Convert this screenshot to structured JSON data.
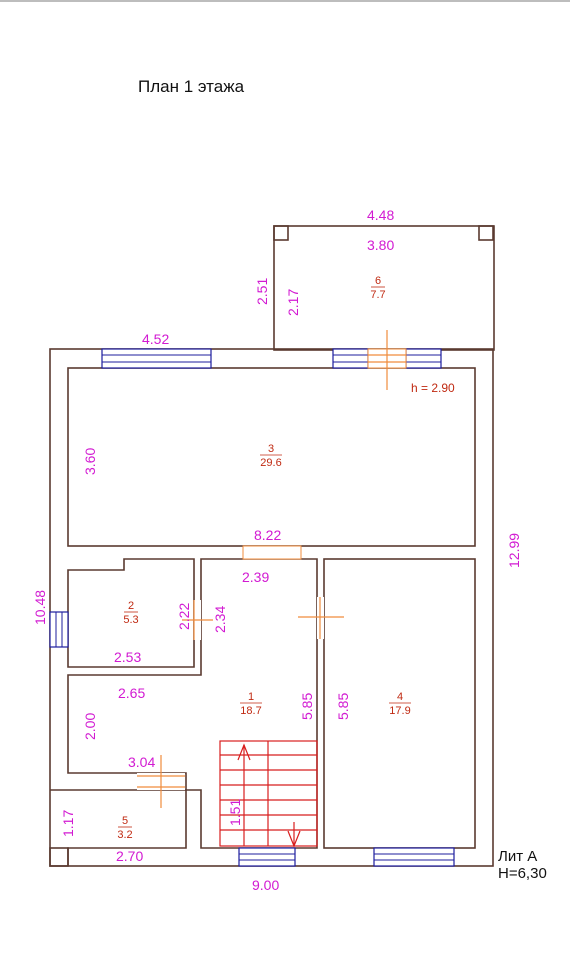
{
  "title": "План 1 этажа",
  "lit_label": "Лит А",
  "height_label": "H=6,30",
  "ceiling_height": "h = 2.90",
  "dimensions": {
    "annex_top": "4.48",
    "annex_inner_width": "3.80",
    "annex_outer_height": "2.51",
    "annex_inner_height": "2.17",
    "top_left_wall": "4.52",
    "room3_height": "3.60",
    "building_right": "12.99",
    "corridor_width": "8.22",
    "left_wall": "10.48",
    "room2_height": "2.22",
    "hall_top": "2.39",
    "hall_left": "2.34",
    "room2_width": "2.53",
    "hall_width": "2.65",
    "hall_height": "2.00",
    "room1_height": "5.85",
    "room4_height": "5.85",
    "lower_corridor": "3.04",
    "room5_height": "1.17",
    "room5_width": "2.70",
    "stair_length": "1.51",
    "building_bottom": "9.00"
  },
  "rooms": [
    {
      "num": "6",
      "area": "7.7"
    },
    {
      "num": "3",
      "area": "29.6"
    },
    {
      "num": "2",
      "area": "5.3"
    },
    {
      "num": "1",
      "area": "18.7"
    },
    {
      "num": "4",
      "area": "17.9"
    },
    {
      "num": "5",
      "area": "3.2"
    }
  ]
}
